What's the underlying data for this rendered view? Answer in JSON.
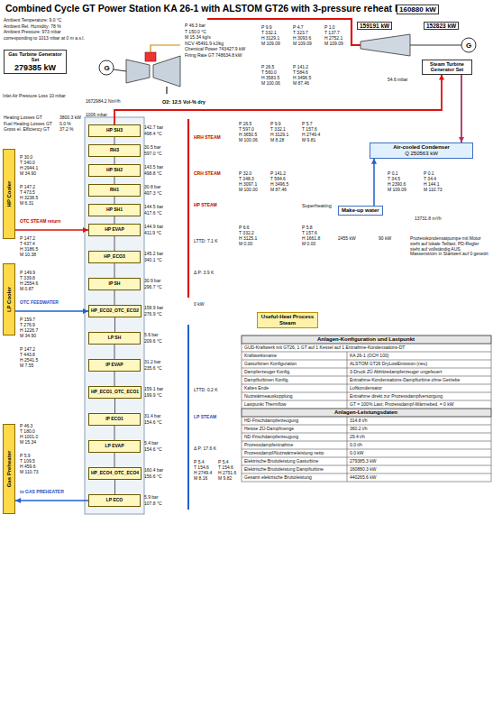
{
  "diagram": {
    "title": "Combined Cycle GT Power Station KA 26-1 with ALSTOM GT26 with 3-pressure reheat HRSG",
    "nodes": [
      {
        "text": [
          "Gas Turbine Generator Set",
          "279385 kW"
        ]
      },
      {
        "text": [
          "Steam Turbine Generator Set"
        ]
      },
      {
        "text": [
          "HP Cooler"
        ]
      },
      {
        "text": [
          "LP Cooler"
        ]
      },
      {
        "text": [
          "Gas Preheater"
        ]
      },
      {
        "text": [
          "Air-cooled Condenser",
          "Q 250563 kW"
        ]
      },
      {
        "text": [
          "Make-up water"
        ]
      },
      {
        "text": [
          "Useful-Heat Process Steam"
        ]
      },
      {
        "text": [
          "HP SH3"
        ]
      },
      {
        "text": [
          "RH3"
        ]
      },
      {
        "text": [
          "HP SH2"
        ]
      },
      {
        "text": [
          "RH1"
        ]
      },
      {
        "text": [
          "HP SH1"
        ]
      },
      {
        "text": [
          "HP EVAP"
        ]
      },
      {
        "text": [
          "HP_ECO3"
        ]
      },
      {
        "text": [
          "IP SH"
        ]
      },
      {
        "text": [
          "HP_ECO2_OTC_ECO2"
        ]
      },
      {
        "text": [
          "LP SH"
        ]
      },
      {
        "text": [
          "IP EVAP"
        ]
      },
      {
        "text": [
          "HP_ECO1_OTC_ECO1"
        ]
      },
      {
        "text": [
          "IP ECO1"
        ]
      },
      {
        "text": [
          "LP EVAP"
        ]
      },
      {
        "text": [
          "HP_ECO4_OTC_ECO4"
        ]
      },
      {
        "text": [
          "LP ECO"
        ]
      }
    ],
    "edges": [
      {
        "from": 8,
        "to": 1,
        "arrow": "to"
      },
      {
        "from": 1,
        "to": 5,
        "arrow": "to"
      },
      {
        "from": 6,
        "to": 5,
        "arrow": "to"
      },
      {
        "from": 2,
        "to": 13,
        "arrow": "to"
      },
      {
        "from": 3,
        "to": 16,
        "arrow": "to"
      },
      {
        "from": 23,
        "to": 4,
        "arrow": "to"
      },
      {
        "from": 8,
        "to": 9,
        "arrow": "none"
      },
      {
        "from": 9,
        "to": 10,
        "arrow": "none"
      },
      {
        "from": 10,
        "to": 11,
        "arrow": "none"
      },
      {
        "from": 11,
        "to": 12,
        "arrow": "none"
      },
      {
        "from": 12,
        "to": 13,
        "arrow": "none"
      },
      {
        "from": 13,
        "to": 14,
        "arrow": "none"
      },
      {
        "from": 14,
        "to": 15,
        "arrow": "none"
      },
      {
        "from": 15,
        "to": 16,
        "arrow": "none"
      },
      {
        "from": 16,
        "to": 17,
        "arrow": "none"
      },
      {
        "from": 17,
        "to": 18,
        "arrow": "none"
      },
      {
        "from": 18,
        "to": 19,
        "arrow": "none"
      },
      {
        "from": 19,
        "to": 20,
        "arrow": "none"
      },
      {
        "from": 20,
        "to": 21,
        "arrow": "none"
      },
      {
        "from": 21,
        "to": 22,
        "arrow": "none"
      },
      {
        "from": 22,
        "to": 23,
        "arrow": "none"
      }
    ],
    "labels": [
      "Ambient Temperature: 9.0 °C",
      "Ambient Rel. Humidity: 78 %",
      "Ambient Pressure: 973 mbar",
      "corresponding to 1013 mbar at 0 m a.s.l.",
      "P 46.3 bar",
      "T 150.0 °C",
      "M 15.34 kg/s",
      "NCV 45491.9 kJ/kg",
      "Chemical Power 743427.9 kW",
      "Firing Rate GT 748634.8 kW",
      "G",
      "1672984.2 Nm³/h",
      "Inlet Air Pressure Loss 10 mbar",
      "O2: 12.5 Vol-% dry",
      "1006 mbar",
      "Heating Losses GT",
      "Fuel Heating Losses GT",
      "Gross el. Efficiency GT",
      "3800.3 kW",
      "0.0 %",
      "37.2 %",
      "P 30.0",
      "T 340.0",
      "H 2944.1",
      "M 34.90",
      "P 147.2",
      "T 473.5",
      "H 3238.5",
      "M 6.31",
      "OTC STEAM return",
      "P 147.2",
      "T 437.4",
      "H 3186.5",
      "M 10.38",
      "P 149.9",
      "T 339.8",
      "H 2554.6",
      "M 0.87",
      "OTC FEEDWATER",
      "P 159.7",
      "T 276.9",
      "H 1226.7",
      "M 34.90",
      "P 147.2",
      "T 443.8",
      "H 2541.5",
      "M 7.55",
      "P 46.3",
      "T 180.0",
      "H 1001.0",
      "M 15.34",
      "P 5.9",
      "T 109.5",
      "H 459.6",
      "M 110.73",
      "to GAS PREHEATER",
      "142.7 bar",
      "498.4 °C",
      "30.5 bar",
      "597.0 °C",
      "143.5 bar",
      "498.8 °C",
      "30.8 bar",
      "497.3 °C",
      "144.5 bar",
      "417.6 °C",
      "144.9 bar",
      "411.9 °C",
      "145.2 bar",
      "340.1 °C",
      "30.9 bar",
      "296.7 °C",
      "158.9 bar",
      "276.9 °C",
      "5.6 bar",
      "209.6 °C",
      "31.2 bar",
      "235.6 °C",
      "159.1 bar",
      "199.9 °C",
      "31.4 bar",
      "154.6 °C",
      "5.4 bar",
      "154.6 °C",
      "160.4 bar",
      "156.6 °C",
      "5.9 bar",
      "107.8 °C",
      "HRH STEAM",
      "CRH STEAM",
      "HP STEAM",
      "LTTD: 7.1 K",
      "Δ P: 3.9 K",
      "0 kW",
      "LTTD: 0.2 K",
      "LP STEAM",
      "Δ P: 17.6 K",
      "P 26.5",
      "T 597.0",
      "H 3650.5",
      "M 100.06",
      "P 9.9",
      "T 332.1",
      "H 3129.1",
      "M 8.28",
      "P 5.7",
      "T 157.6",
      "H 2749.4",
      "M 9.81",
      "P 32.0",
      "T 348.3",
      "H 3097.1",
      "M 100.00",
      "P 141.2",
      "T 584.6",
      "H 3496.5",
      "M 87.46",
      "P 6.6",
      "T 332.2",
      "H 3125.1",
      "M 0.00",
      "Superheating",
      "P 5.8",
      "T 157.6",
      "H 1661.8",
      "M 0.00",
      "P 9.9",
      "T 332.1",
      "H 3129.1",
      "M 109.09",
      "P 4.7",
      "T 323.7",
      "H 3093.6",
      "M 109.09",
      "P 1.0",
      "T 137.7",
      "H 2752.1",
      "M 109.09",
      "P 26.5",
      "T 560.0",
      "H 3583.5",
      "M 100.06",
      "P 141.2",
      "T 584.6",
      "H 3496.5",
      "M 87.46",
      "160880 kW",
      "159191 kW",
      "152823 kW",
      "G",
      "54.6 mbar",
      "P 0.1",
      "T 34.5",
      "H 2390.6",
      "M 109.09",
      "P 0.1",
      "T 34.4",
      "H 144.1",
      "M 110.73",
      "2455 kW",
      "90 kW",
      "13731.8 m³/h",
      "Prozesskondensatpumpe mit Motor steht auf lokale Teillast; PD-Regler steht auf vollständig AUS, Massenstrom in Startwert auf 0 gesetzt",
      "P 5.4",
      "T 154.6",
      "H 2749.4",
      "M 8.16",
      "P 5.4",
      "T 154.6",
      "H 2751.6",
      "M 9.82",
      "Anlagen-Konfiguration und Lastpunkt",
      "GUD-Kraftwerk mit GT26, 1 GT auf 1 Kessel auf 1 Entnahme-Kondensations-DT",
      "Kraftwerksname",
      "Gasturbinen Konfiguration",
      "Dampferzeuger Konfig.",
      "Dampfturbinen Konfig.",
      "Kaltes Ende",
      "Nutzwärmeauskopplung",
      "Lastpunkt Thermflow",
      "KA 26-1 (OCH 100)",
      "ALSTOM GT26 DryLowEmission (neu)",
      "3-Druck ZÜ Abhitzedampferzeuger ungefeuert",
      "Entnahme-Kondensations-Dampfturbine ohne Getriebe",
      "Luftkondensator",
      "Entnahme direkt zur Prozessdampfversorgung",
      "GT = 100% Last; Prozessdampf-Wärmebed. = 0 kW",
      "Anlagen-Leistungsdaten",
      "HD-Frischdampferzeugung",
      "Heisse ZÜ-Dampfmenge",
      "ND-Frischdampferzeugung",
      "Prozessdampfentnahme",
      "Prozessdampf/Nutzwärmeleistung netto",
      "Elektrische Bruttoleistung Gasturbine",
      "Elektrische Bruttoleistung Dampfturbine",
      "Gesamt elektrische Bruttoleistung",
      "314.8 t/h",
      "360.2 t/h",
      "29.4 t/h",
      "0.0 t/h",
      "0.0 kW",
      "279385.3 kW",
      "160880.3 kW",
      "440265.6 kW"
    ]
  }
}
